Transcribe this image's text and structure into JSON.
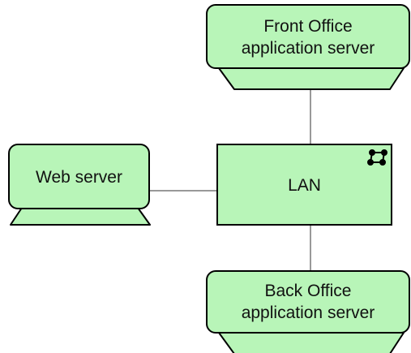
{
  "diagram": {
    "nodes": {
      "front_office": {
        "label": "Front Office\napplication server",
        "type": "device"
      },
      "web_server": {
        "label": "Web server",
        "type": "device"
      },
      "lan": {
        "label": "LAN",
        "type": "communication-network"
      },
      "back_office": {
        "label": "Back Office\napplication server",
        "type": "device"
      }
    },
    "edges": [
      {
        "from": "front_office",
        "to": "lan"
      },
      {
        "from": "web_server",
        "to": "lan"
      },
      {
        "from": "lan",
        "to": "back_office"
      }
    ],
    "colors": {
      "node_fill": "#b8f5b8",
      "node_stroke": "#000000",
      "edge": "#999999"
    },
    "icons": {
      "lan": "network-icon"
    }
  }
}
